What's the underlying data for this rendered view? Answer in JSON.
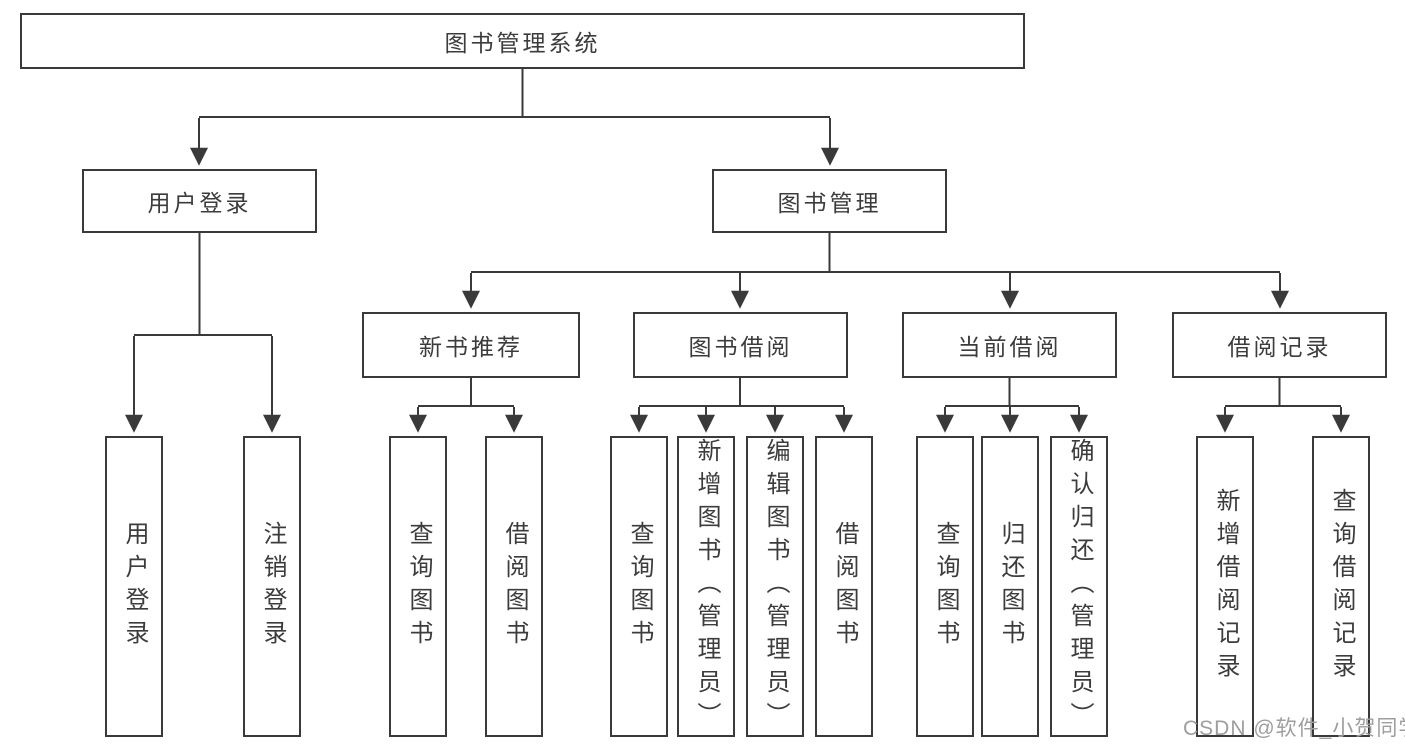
{
  "title": "图书管理系统",
  "watermark": "CSDN @软件_小贺同学",
  "colors": {
    "line": "#3a3a3a",
    "box_border": "#3a3a3a",
    "text": "#3c3c3c",
    "background": "#ffffff",
    "watermark": "#9e9e9e"
  },
  "tree": {
    "root": {
      "label": "图书管理系统"
    },
    "level2": [
      {
        "label": "用户登录",
        "children": [
          {
            "label": "用户登录"
          },
          {
            "label": "注销登录"
          }
        ]
      },
      {
        "label": "图书管理",
        "children": [
          {
            "label": "新书推荐",
            "children": [
              {
                "label": "查询图书"
              },
              {
                "label": "借阅图书"
              }
            ]
          },
          {
            "label": "图书借阅",
            "children": [
              {
                "label": "查询图书"
              },
              {
                "label": "新增图书（管理员）"
              },
              {
                "label": "编辑图书（管理员）"
              },
              {
                "label": "借阅图书"
              }
            ]
          },
          {
            "label": "当前借阅",
            "children": [
              {
                "label": "查询图书"
              },
              {
                "label": "归还图书"
              },
              {
                "label": "确认归还（管理员）"
              }
            ]
          },
          {
            "label": "借阅记录",
            "children": [
              {
                "label": "新增借阅记录"
              },
              {
                "label": "查询借阅记录"
              }
            ]
          }
        ]
      }
    ]
  }
}
